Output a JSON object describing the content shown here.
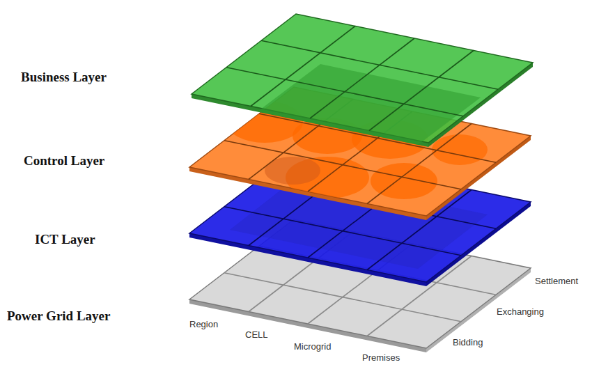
{
  "diagram": {
    "labels": [
      "Business Layer",
      "Control Layer",
      "ICT Layer",
      "Power Grid Layer",
      "Region",
      "CELL",
      "Microgrid",
      "Premises",
      "Settlement",
      "Exchanging",
      "Bidding"
    ]
  }
}
